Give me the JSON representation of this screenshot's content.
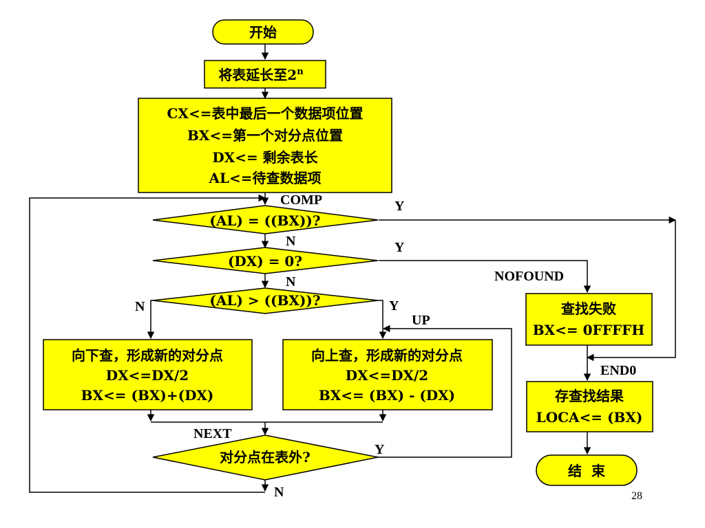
{
  "nodes": {
    "start": "开始",
    "extend": "将表延长至2",
    "extend_sup": "n",
    "init": [
      "CX<=表中最后一个数据项位置",
      "BX<=第一个对分点位置",
      "DX<= 剩余表长",
      "AL<=待查数据项"
    ],
    "cmp_al_bx": "(AL) = ((BX))?",
    "cmp_dx_zero": "(DX) = 0?",
    "cmp_al_gt_bx": "(AL) > ((BX))?",
    "search_down": [
      "向下查，形成新的对分点",
      "DX<=DX/2",
      "BX<= (BX)+(DX)"
    ],
    "search_up": [
      "向上查，形成新的对分点",
      "DX<=DX/2",
      "BX<= (BX) - (DX)"
    ],
    "out_of_table": "对分点在表外?",
    "not_found": [
      "查找失败",
      "BX<= 0FFFFH"
    ],
    "store_result": [
      "存查找结果",
      "LOCA<= (BX)"
    ],
    "end": "结  束"
  },
  "labels": {
    "comp": "COMP",
    "nofound": "NOFOUND",
    "up": "UP",
    "end0": "END0",
    "next": "NEXT",
    "yes": "Y",
    "no": "N"
  },
  "page_number": "28"
}
